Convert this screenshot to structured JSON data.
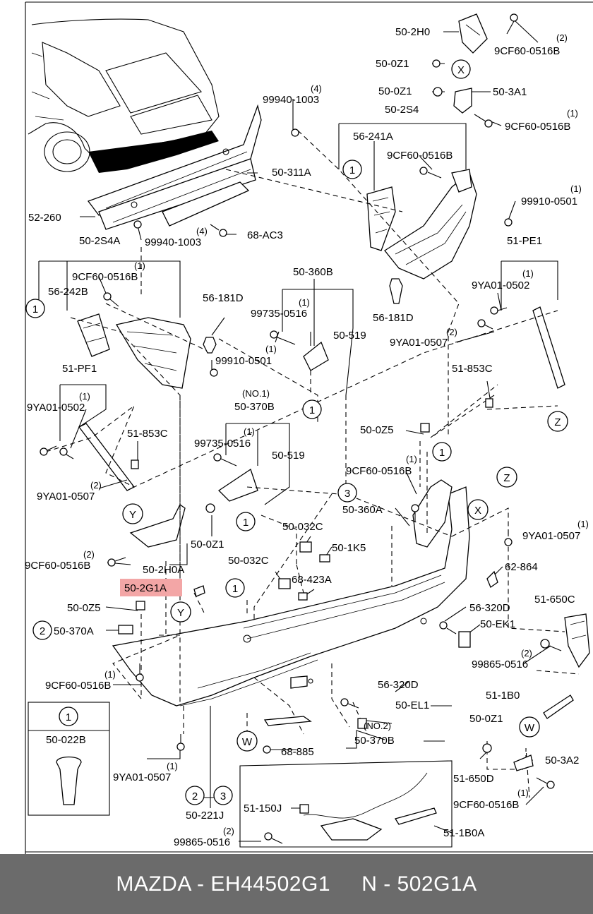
{
  "diagram": {
    "labels": {
      "p_50_2H0": "50-2H0",
      "p_9CF60_0516B_top": "9CF60-0516B",
      "q_2_top": "(2)",
      "p_50_0Z1_a": "50-0Z1",
      "p_50_0Z1_b": "50-0Z1",
      "p_50_3A1": "50-3A1",
      "p_50_2S4": "50-2S4",
      "q_1_a": "(1)",
      "p_9CF60_0516B_b": "9CF60-0516B",
      "p_56_241A": "56-241A",
      "p_9CF60_0516B_c": "9CF60-0516B",
      "p_99940_1003_a": "99940-1003",
      "q_4_a": "(4)",
      "p_50_311A": "50-311A",
      "p_52_260": "52-260",
      "p_99940_1003_b": "99940-1003",
      "q_4_b": "(4)",
      "p_68_AC3": "68-AC3",
      "p_99910_0501_a": "99910-0501",
      "q_1_b": "(1)",
      "p_51_PE1": "51-PE1",
      "p_50_2S4A": "50-2S4A",
      "p_9CF60_0516B_d": "9CF60-0516B",
      "q_1_c": "(1)",
      "p_56_242B": "56-242B",
      "p_50_360B": "50-360B",
      "p_56_181D_a": "56-181D",
      "p_99735_0516_a": "99735-0516",
      "q_1_d": "(1)",
      "p_50_519_a": "50-519",
      "p_56_181D_b": "56-181D",
      "p_9YA01_0502_a": "9YA01-0502",
      "q_1_e": "(1)",
      "p_9YA01_0507_a": "9YA01-0507",
      "q_2_b": "(2)",
      "p_99910_0501_b": "99910-0501",
      "q_1_f": "(1)",
      "p_51_PF1": "51-PF1",
      "p_51_853C_a": "51-853C",
      "p_NO1": "(NO.1)",
      "p_50_370B_a": "50-370B",
      "p_9YA01_0502_b": "9YA01-0502",
      "q_1_g": "(1)",
      "p_51_853C_b": "51-853C",
      "p_99735_0516_b": "99735-0516",
      "q_1_h": "(1)",
      "p_50_519_b": "50-519",
      "p_50_0Z5_a": "50-0Z5",
      "p_9YA01_0507_b": "9YA01-0507",
      "q_2_c": "(2)",
      "p_9CF60_0516B_e": "9CF60-0516B",
      "q_1_i": "(1)",
      "p_50_360A": "50-360A",
      "p_9YA01_0507_c": "9YA01-0507",
      "q_1_j": "(1)",
      "p_50_032C_a": "50-032C",
      "p_50_1K5": "50-1K5",
      "p_50_0Z1_c": "50-0Z1",
      "p_9CF60_0516B_f": "9CF60-0516B",
      "q_2_d": "(2)",
      "p_50_2H0A": "50-2H0A",
      "p_50_032C_b": "50-032C",
      "p_68_423A": "68-423A",
      "p_62_864": "62-864",
      "p_50_2G1A": "50-2G1A",
      "p_51_650C": "51-650C",
      "p_56_320D_a": "56-320D",
      "p_50_0Z5_b": "50-0Z5",
      "p_50_EK1": "50-EK1",
      "p_50_370A": "50-370A",
      "p_99865_0516_a": "99865-0516",
      "q_2_e": "(2)",
      "p_9CF60_0516B_g": "9CF60-0516B",
      "q_1_k": "(1)",
      "p_56_320D_b": "56-320D",
      "p_51_1B0": "51-1B0",
      "p_50_EL1": "50-EL1",
      "p_NO2": "(NO.2)",
      "p_50_0Z1_d": "50-0Z1",
      "p_50_022B": "50-022B",
      "p_68_885": "68-885",
      "p_50_370B_b": "50-370B",
      "p_50_3A2": "50-3A2",
      "p_9YA01_0507_d": "9YA01-0507",
      "q_1_l": "(1)",
      "p_51_650D": "51-650D",
      "p_9CF60_0516B_h": "9CF60-0516B",
      "q_1_m": "(1)",
      "p_51_150J": "51-150J",
      "p_50_221J": "50-221J",
      "p_51_1B0A": "51-1B0A",
      "p_99865_0516_b": "99865-0516",
      "q_2_f": "(2)"
    },
    "markers": {
      "m1_a": "1",
      "m1_b": "1",
      "m1_c": "1",
      "m1_d": "1",
      "m1_e": "1",
      "m1_f": "1",
      "m1_g": "1",
      "m1_box": "1",
      "m2_a": "2",
      "m2_b": "2",
      "m3_a": "3",
      "m3_b": "3",
      "mX_a": "X",
      "mX_b": "X",
      "mY_a": "Y",
      "mY_b": "Y",
      "mZ_a": "Z",
      "mZ_b": "Z",
      "mW_a": "W",
      "mW_b": "W"
    }
  },
  "footer": {
    "brand": "MAZDA",
    "sep1": " - ",
    "part_number": "EH44502G1",
    "gap": "     ",
    "n_prefix": "N - ",
    "code": "502G1A"
  }
}
